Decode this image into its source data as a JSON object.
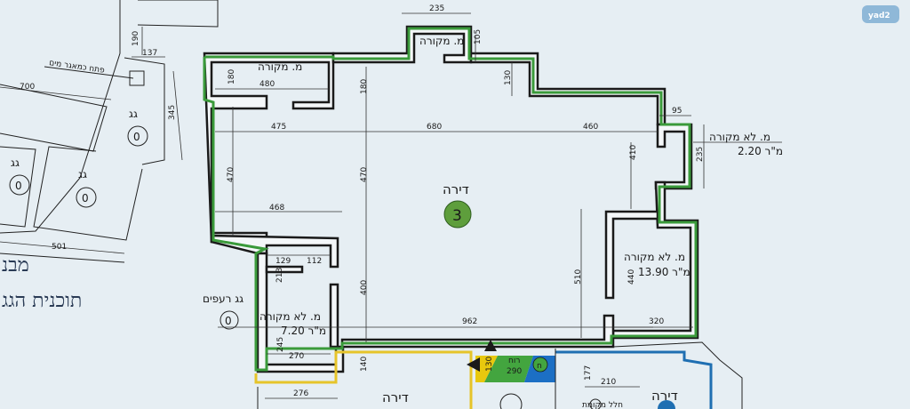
{
  "colors": {
    "apt3_outline": "#3a9a3a",
    "apt3_badge": "#5e9e3c",
    "apt_left_outline": "#e6c42a",
    "apt_right_outline": "#1f6fb2",
    "stair_yellow": "#e8c80e",
    "stair_green": "#43a53f",
    "stair_blue": "#1c6fc4",
    "logo": "#8fb8d8"
  },
  "logo": "yad2",
  "side_title": {
    "line1": "מבנ",
    "line2": "תוכנית הגג"
  },
  "rooftops": [
    {
      "label": "גג",
      "number": "0"
    },
    {
      "label": "גג",
      "number": "0"
    },
    {
      "label": "גג",
      "number": "0"
    },
    {
      "label": "גג רעפים",
      "number": "0"
    }
  ],
  "left_notes": {
    "water_tap": "פתח כמאגר מים"
  },
  "apartment": {
    "label": "דירה",
    "number": "3"
  },
  "rooms": {
    "covered_top": "מ. מקורה",
    "covered_left": "מ. מקורה",
    "uncovered_small": {
      "label": "מ. לא מקורה",
      "area": "2.20 מ\"ר"
    },
    "uncovered_right": {
      "label": "מ. לא מקורה",
      "area": "13.90 מ\"ר"
    },
    "uncovered_bottom": {
      "label": "מ. לא מקורה",
      "area": "7.20 מ\"ר"
    }
  },
  "neighbors": {
    "left": "דירה",
    "right": "דירה",
    "small_note": "חלל מקומת"
  },
  "stair": {
    "label": "רוח",
    "dim": "290",
    "badge": "ח",
    "side_dim": "130"
  },
  "dimensions": {
    "d235": "235",
    "d105": "105",
    "d480": "480",
    "d180a": "180",
    "d180b": "180",
    "d130": "130",
    "d95": "95",
    "d475": "475",
    "d680": "680",
    "d460": "460",
    "d410": "410",
    "d235b": "235",
    "d470a": "470",
    "d470b": "470",
    "d468": "468",
    "d129": "129",
    "d112": "112",
    "d213": "213",
    "d400": "400",
    "d510": "510",
    "d440": "440",
    "d962": "962",
    "d320": "320",
    "d245": "245",
    "d270": "270",
    "d276": "276",
    "d140": "140",
    "d177": "177",
    "d210": "210",
    "d190": "190",
    "d137": "137",
    "d345": "345",
    "d700": "700",
    "d501": "501"
  }
}
